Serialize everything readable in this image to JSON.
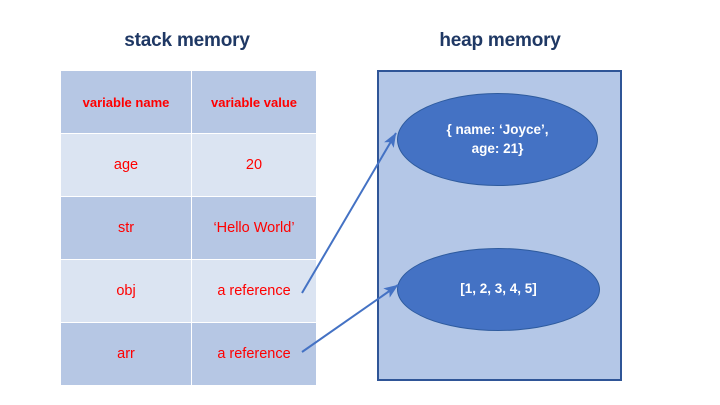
{
  "diagram": {
    "stack": {
      "title": "stack memory",
      "columns": [
        "variable name",
        "variable value"
      ],
      "rows": [
        {
          "name": "age",
          "value": "20"
        },
        {
          "name": "str",
          "value": "‘Hello World’"
        },
        {
          "name": "obj",
          "value": "a reference"
        },
        {
          "name": "arr",
          "value": "a reference"
        }
      ]
    },
    "heap": {
      "title": "heap memory",
      "objects": [
        {
          "id": "object",
          "label": "{ name: ‘Joyce’,\nage: 21}"
        },
        {
          "id": "array",
          "label": "[1, 2, 3, 4, 5]"
        }
      ]
    },
    "arrows": [
      {
        "from": "obj",
        "to": "object"
      },
      {
        "from": "arr",
        "to": "array"
      }
    ],
    "colors": {
      "title_text": "#1f3864",
      "table_text": "#ff0000",
      "header_fill": "#b6c7e4",
      "row_light": "#dbe4f2",
      "row_dark": "#b6c7e4",
      "heap_fill": "#b4c7e7",
      "heap_border": "#2f5597",
      "ellipse_fill": "#4472c4",
      "ellipse_text": "#ffffff",
      "arrow": "#4472c4"
    }
  }
}
